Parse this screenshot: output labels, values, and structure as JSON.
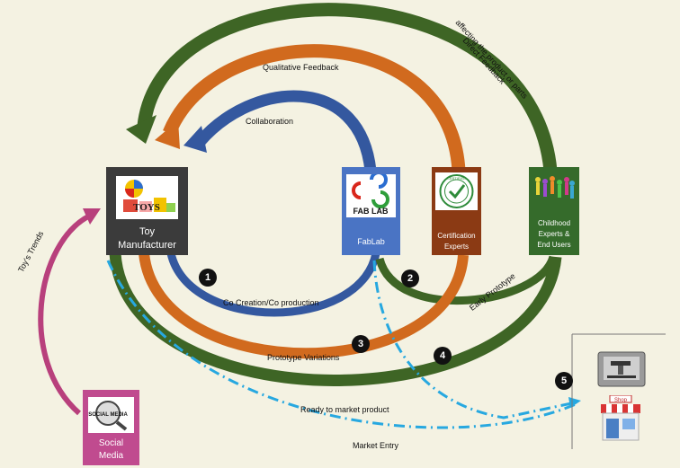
{
  "nodes": {
    "toy_manufacturer": {
      "label_line1": "Toy",
      "label_line2": "Manufacturer",
      "logo_text": "TOYS",
      "color": "#3b3b3b"
    },
    "fablab": {
      "label": "FabLab",
      "logo_text": "FAB LAB",
      "color": "#4a74c4"
    },
    "certification": {
      "label_line1": "Certification",
      "label_line2": "Experts",
      "seal_text": "CERTIFIED",
      "color": "#8b3a14"
    },
    "childhood": {
      "label_line1": "Childhood",
      "label_line2": "Experts &",
      "label_line3": "End Users",
      "color": "#356b2b"
    },
    "social_media": {
      "label_line1": "Social",
      "label_line2": "Media",
      "logo_text": "SOCIAL MEDIA",
      "color": "#c04b8f"
    },
    "shop": {
      "sign_text": "Shop"
    }
  },
  "flows": {
    "direct_feedback_line1": "Direct Feedback",
    "direct_feedback_line2": "affecting the product or parts",
    "qualitative_feedback": "Qualitative Feedback",
    "collaboration": "Collaboration",
    "co_creation": "Co Creation/Co production",
    "early_prototype": "Early Prototype",
    "prototype_variations": "Prototype Variations",
    "ready_to_market": "Ready to market product",
    "market_entry": "Market Entry",
    "toys_trends": "Toy's Trends"
  },
  "steps": [
    "1",
    "2",
    "3",
    "4",
    "5"
  ],
  "colors": {
    "green": "#3e6525",
    "orange": "#d16a1e",
    "blue": "#34589f",
    "magenta": "#b8407c",
    "dashed": "#27a8e0"
  }
}
